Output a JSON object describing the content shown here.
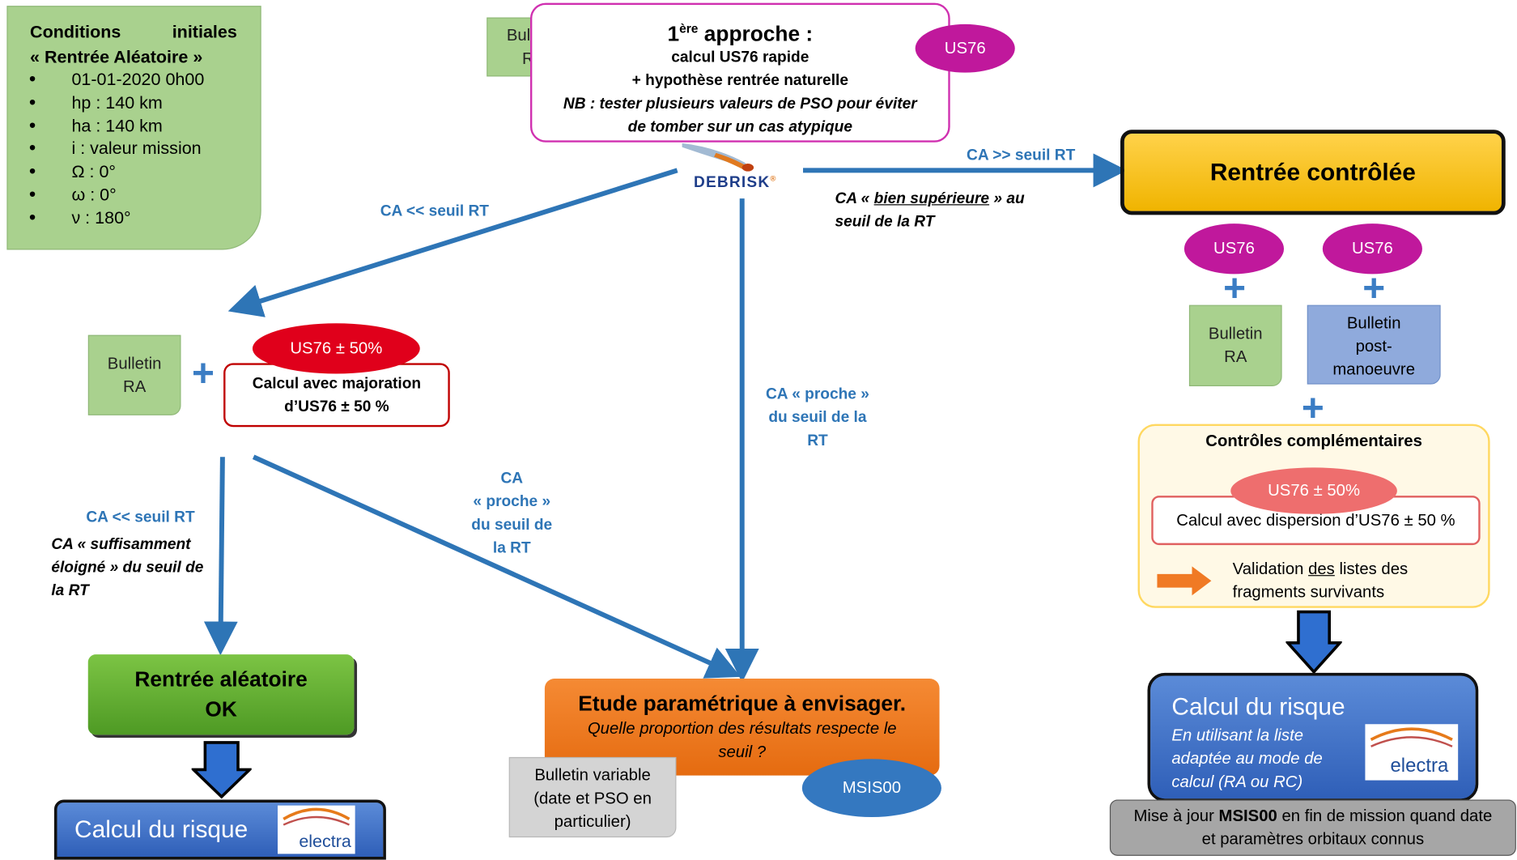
{
  "initial_conditions": {
    "title_line1_left": "Conditions",
    "title_line1_right": "initiales",
    "title_line2": "« Rentrée Aléatoire »",
    "items": [
      "01-01-2020 0h00",
      "hp : 140 km",
      "ha : 140 km",
      "i : valeur mission",
      "Ω : 0°",
      "ω : 0°",
      "ν : 180°"
    ]
  },
  "top_bulletin": {
    "line1": "Bulletin",
    "line2": "RA"
  },
  "first_approach": {
    "title_prefix": "1",
    "title_sup": "ère",
    "title_suffix": " approche :",
    "line1": "calcul US76 rapide",
    "line2": "+ hypothèse rentrée naturelle",
    "nb_label": "NB",
    "nb_text": " : tester plusieurs valeurs de PSO pour éviter",
    "nb_text2": "de tomber sur un cas atypique",
    "us76": "US76"
  },
  "debrisk_logo": {
    "text": "DEBRISK",
    "mark": "®"
  },
  "arrow_labels": {
    "ca_much_below_top": "CA << seuil RT",
    "ca_much_above": "CA >> seuil RT",
    "ca_well_above_prefix": "CA « ",
    "ca_well_above_underlined": "bien supérieure",
    "ca_well_above_suffix": " » au",
    "ca_well_above_line2": "seuil de la RT",
    "ca_close_center": [
      "CA « proche »",
      "du seuil de la",
      "RT"
    ],
    "ca_close_left": [
      "CA",
      "« proche »",
      "du seuil de",
      "la RT"
    ],
    "ca_much_below_left": "CA << seuil RT",
    "ca_far_left": [
      "CA « suffisamment",
      "éloigné » du seuil de",
      "la RT"
    ]
  },
  "left_branch": {
    "bulletin": {
      "line1": "Bulletin",
      "line2": "RA"
    },
    "us76_margin": "US76 ± 50%",
    "calc": [
      "Calcul avec majoration",
      "d’US76 ± 50 %"
    ],
    "random_reentry_ok": [
      "Rentrée aléatoire",
      "OK"
    ],
    "risk": {
      "title": "Calcul du risque",
      "logo": "electra"
    }
  },
  "center_branch": {
    "title": "Etude paramétrique à envisager.",
    "question": [
      "Quelle proportion des résultats respecte le",
      "seuil ?"
    ],
    "variable_bulletin": [
      "Bulletin variable",
      "(date et PSO en",
      "particulier)"
    ],
    "msis": "MSIS00"
  },
  "right_branch": {
    "controlled_reentry": "Rentrée contrôlée",
    "us76_a": "US76",
    "us76_b": "US76",
    "bulletin_ra": {
      "line1": "Bulletin",
      "line2": "RA"
    },
    "bulletin_post": [
      "Bulletin",
      "post-",
      "manoeuvre"
    ],
    "controls_title": "Contrôles complémentaires",
    "us76_margin": "US76 ± 50%",
    "dispersion_calc": "Calcul avec dispersion d’US76 ± 50 %",
    "validation_prefix": "Validation ",
    "validation_underlined": "des",
    "validation_suffix": " listes des",
    "validation_line2": "fragments survivants",
    "risk": {
      "title": "Calcul du risque",
      "subtitle": [
        "En utilisant la liste",
        "adaptée au mode de",
        "calcul (RA ou RC)"
      ],
      "logo": "electra"
    },
    "update_prefix": "Mise à jour ",
    "update_bold": "MSIS00",
    "update_suffix": " en fin de mission quand date",
    "update_line2": "et paramètres orbitaux connus"
  },
  "colors": {
    "arrow_blue": "#2e75b6",
    "magenta": "#c0189c",
    "red_ellipse": "#e0001b",
    "salmon_ellipse": "#ee6e6e",
    "orange": "#f07a24",
    "gold": "#ffc000",
    "green": "#a9d18e",
    "dark_green": "#5e9c2a",
    "blue_box": "#4472c4"
  }
}
